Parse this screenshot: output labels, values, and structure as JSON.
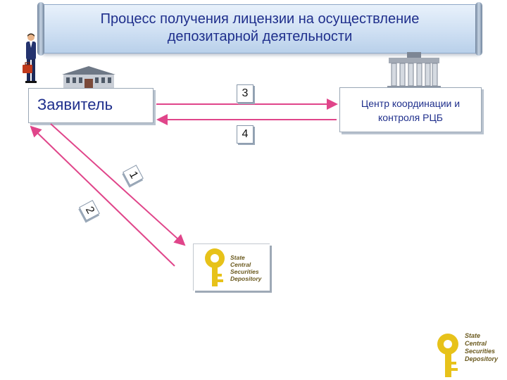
{
  "title": "Процесс получения лицензии на осуществление\nдепозитарной деятельности",
  "nodes": {
    "applicant": "Заявитель",
    "control_center": "Центр координации и\nконтроля РЦБ",
    "depository_logo_text": "State\nCentral\nSecurities\nDepository"
  },
  "steps": [
    "1",
    "2",
    "3",
    "4"
  ],
  "colors": {
    "arrow": "#e0458a",
    "title_text": "#1f2f8c",
    "logo_gold": "#e7c21a"
  }
}
